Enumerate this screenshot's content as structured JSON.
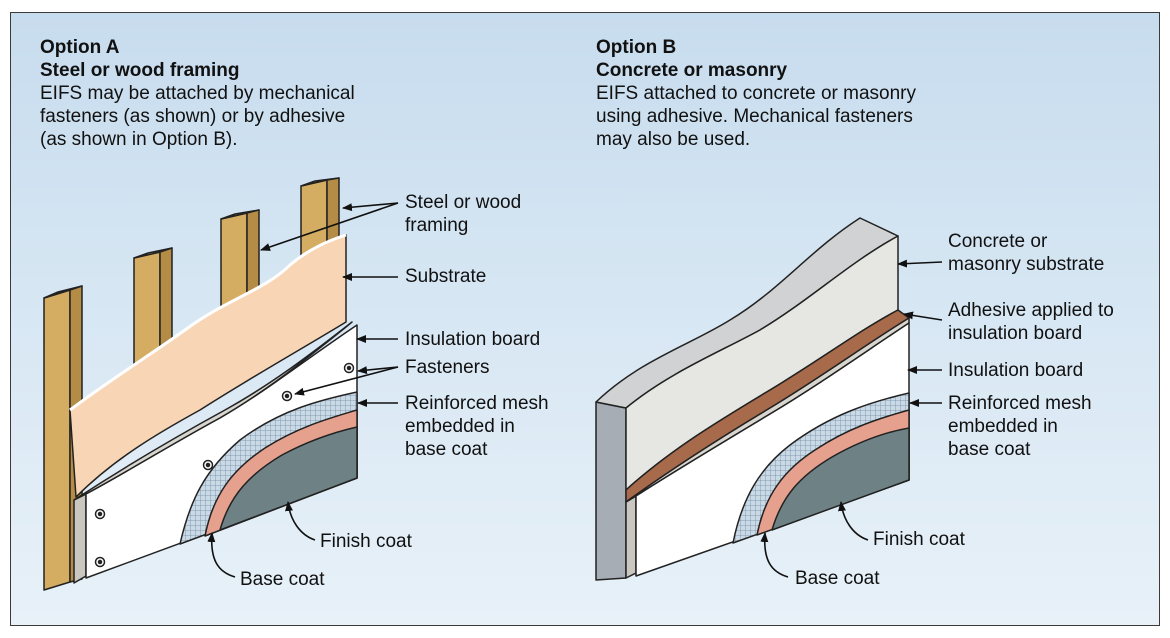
{
  "optionA": {
    "title": "Option A",
    "subtitle": "Steel or wood framing",
    "desc": [
      "EIFS may be attached by mechanical",
      "fasteners (as shown) or by adhesive",
      "(as shown in Option B)."
    ],
    "labels": {
      "framing": [
        "Steel or wood",
        "framing"
      ],
      "substrate": "Substrate",
      "insulation": "Insulation board",
      "fasteners": "Fasteners",
      "mesh": [
        "Reinforced mesh",
        "embedded in",
        "base coat"
      ],
      "finish": "Finish coat",
      "base": "Base coat"
    }
  },
  "optionB": {
    "title": "Option B",
    "subtitle": "Concrete or masonry",
    "desc": [
      "EIFS attached to concrete or masonry",
      "using adhesive. Mechanical fasteners",
      "may also be used."
    ],
    "labels": {
      "substrate": [
        "Concrete or",
        "masonry substrate"
      ],
      "adhesive": [
        "Adhesive applied to",
        "insulation board"
      ],
      "insulation": "Insulation board",
      "mesh": [
        "Reinforced mesh",
        "embedded in",
        "base coat"
      ],
      "finish": "Finish coat",
      "base": "Base coat"
    }
  },
  "colors": {
    "wood": "#d4ad63",
    "substrate": "#f8d6b5",
    "insulation": "#ffffff",
    "insulation_side": "#c9c7c0",
    "mesh": "#c9d8e6",
    "base": "#e5a08e",
    "finish": "#6e8286",
    "concrete": "#e6e6e2",
    "concrete_side": "#a6adb5",
    "adhesive": "#a76a4a"
  }
}
